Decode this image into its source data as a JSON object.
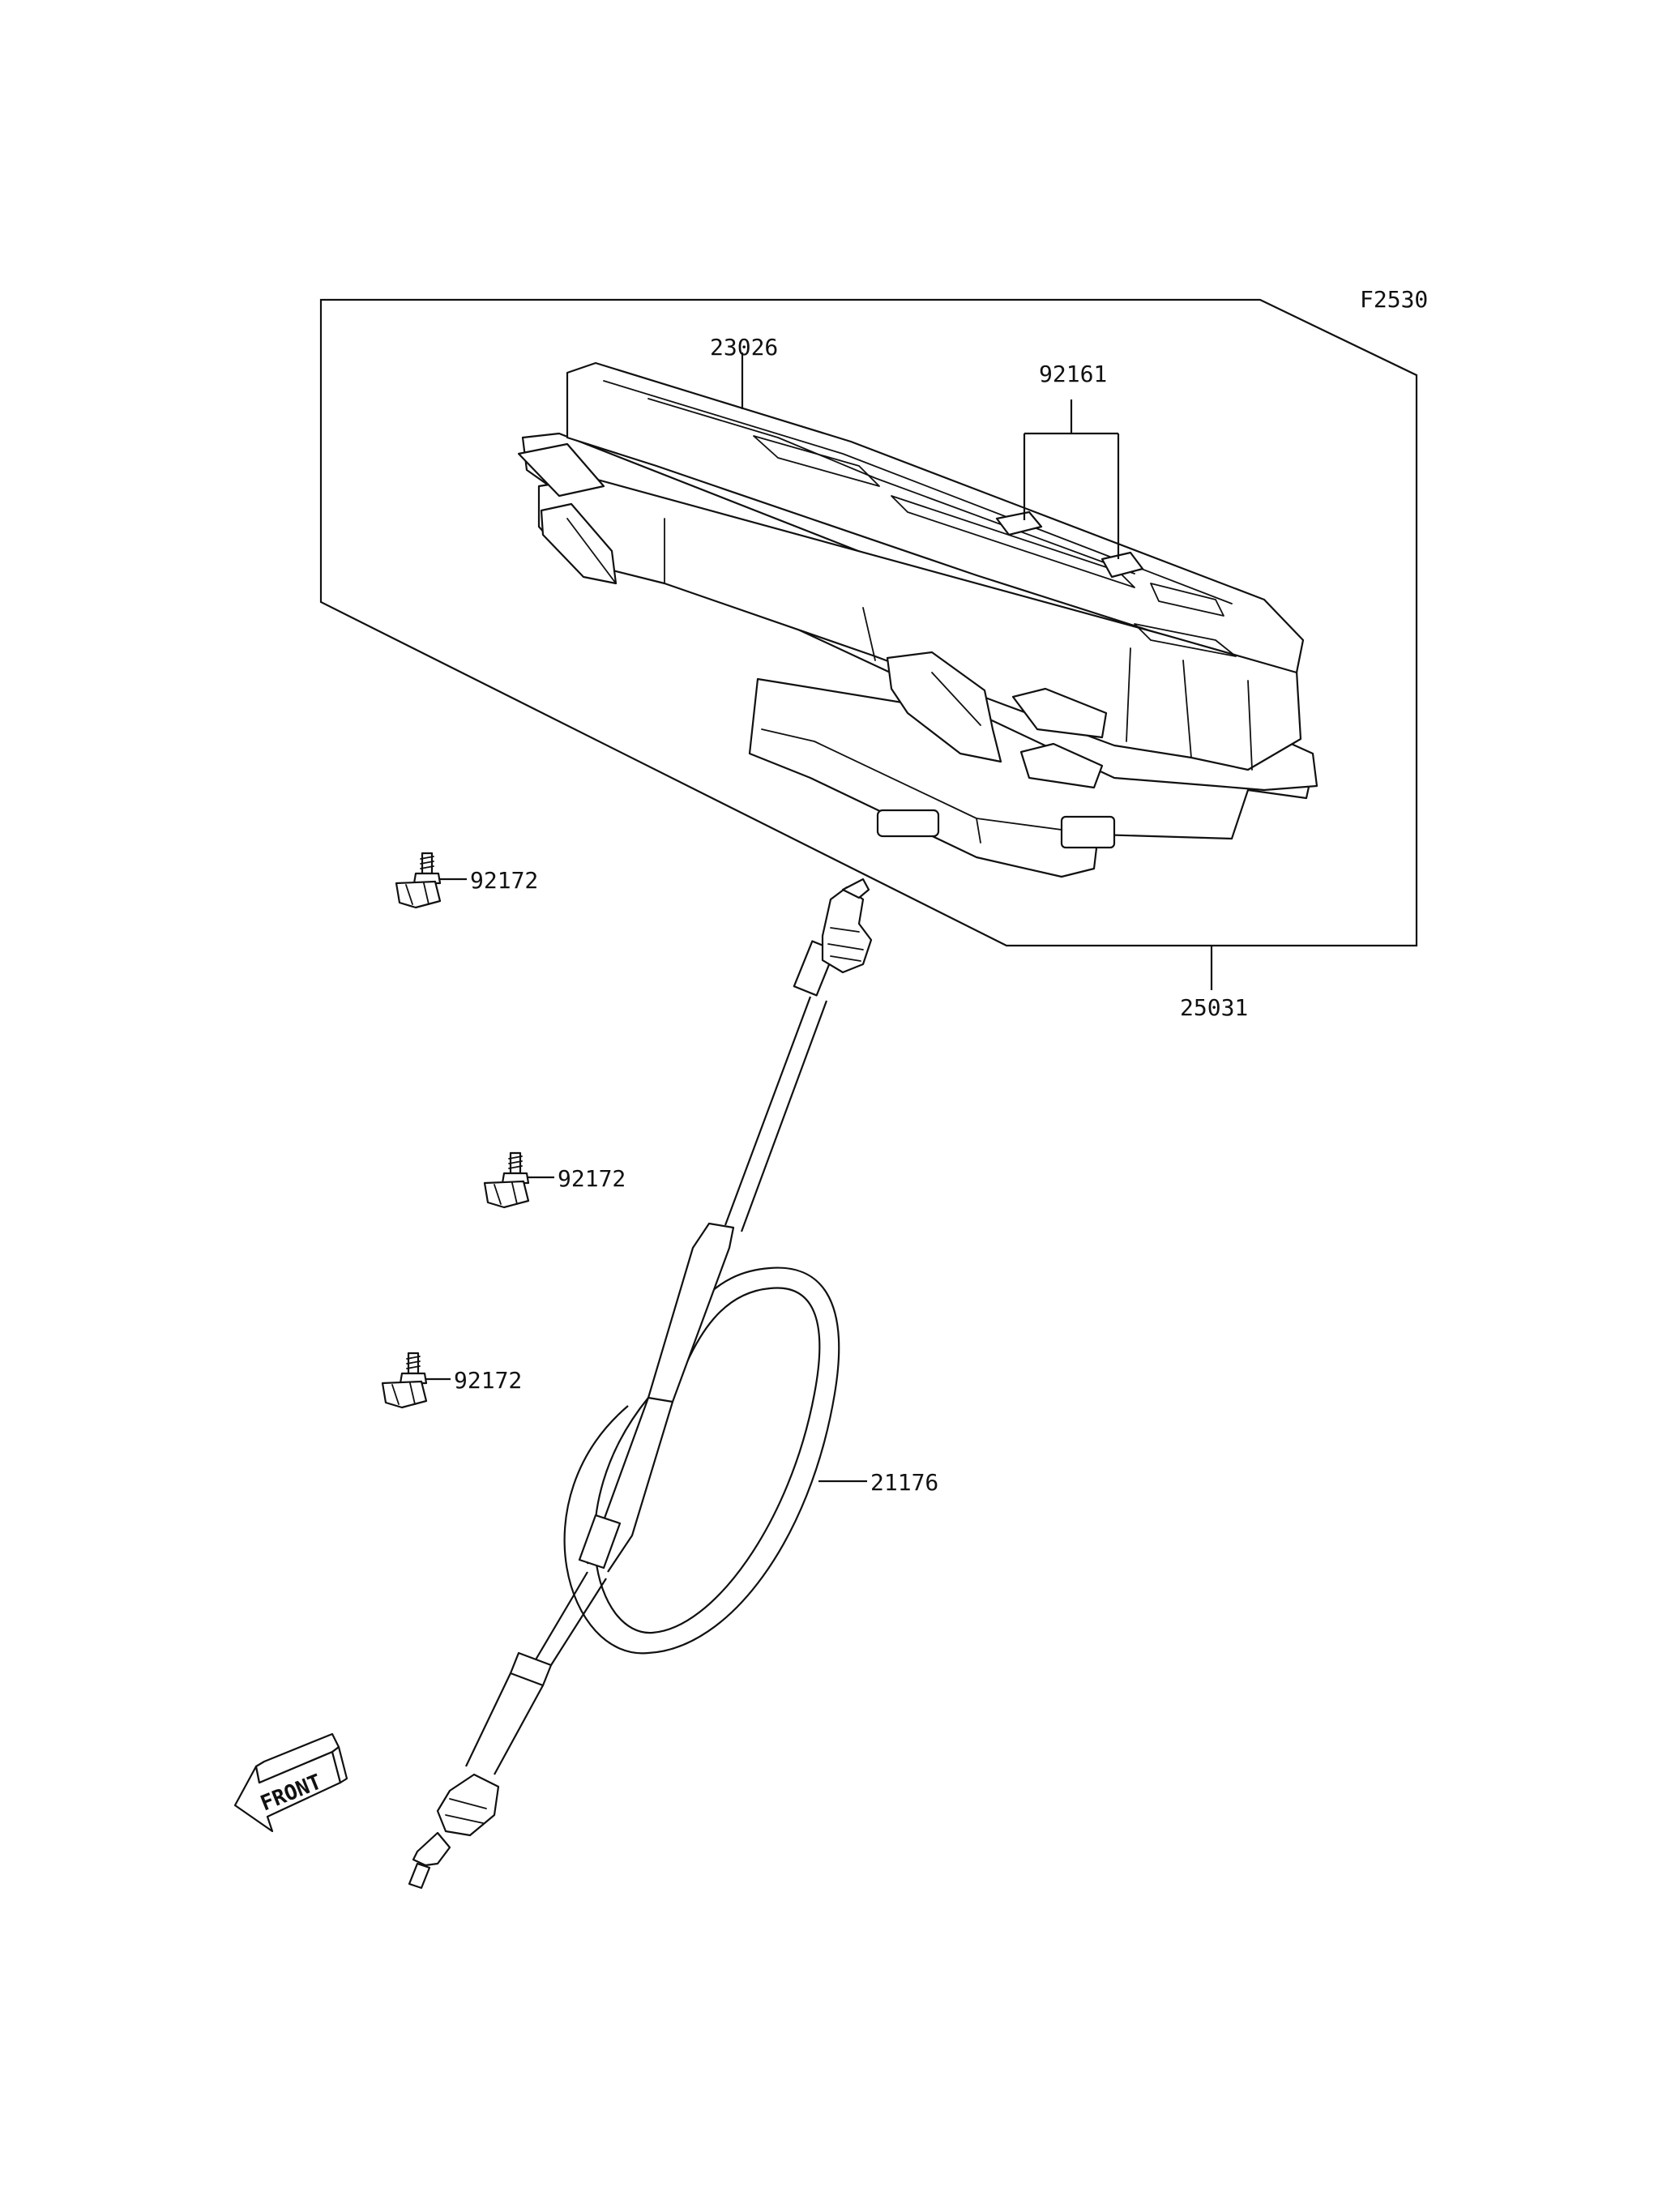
{
  "diagram_id": "F2530",
  "parts": {
    "meter_assy": "25031",
    "meter_case": "23026",
    "bulb_pair": "92161",
    "screw_1": "92172",
    "screw_2": "92172",
    "screw_3": "92172",
    "cable": "21176"
  },
  "direction_arrow": "FRONT"
}
